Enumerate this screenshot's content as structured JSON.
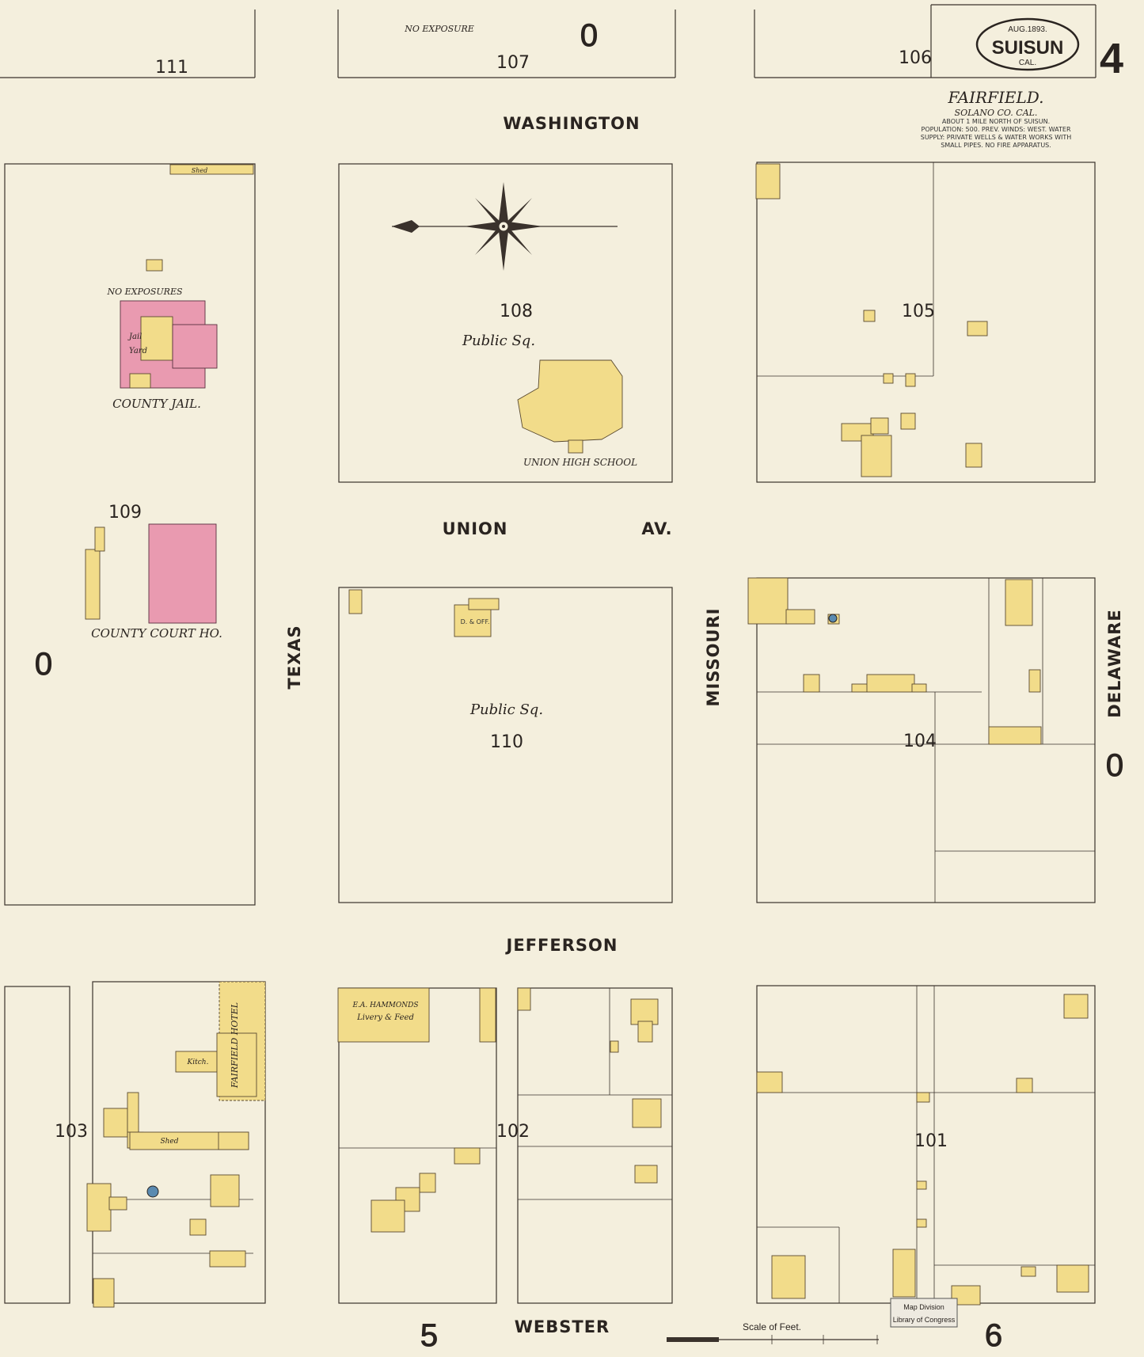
{
  "header": {
    "date": "AUG.1893.",
    "town": "SUISUN",
    "state": "CAL.",
    "sheet": "4",
    "place": "FAIRFIELD.",
    "county": "SOLANO CO. CAL.",
    "note1": "ABOUT 1 MILE NORTH OF SUISUN.",
    "note2": "POPULATION: 500. PREV. WINDS: WEST. WATER",
    "note3": "SUPPLY: PRIVATE WELLS & WATER WORKS WITH",
    "note4": "SMALL PIPES. NO FIRE APPARATUS."
  },
  "streets": {
    "washington": "WASHINGTON",
    "union": "UNION",
    "union_av": "AV.",
    "jefferson": "JEFFERSON",
    "webster": "WEBSTER",
    "texas": "TEXAS",
    "missouri": "MISSOURI",
    "delaware": "DELAWARE"
  },
  "blocks": {
    "b111": "111",
    "b107": "107",
    "b106": "106",
    "b108": "108",
    "b105": "105",
    "b109": "109",
    "b110": "110",
    "b104": "104",
    "b103": "103",
    "b102": "102",
    "b101": "101"
  },
  "labels": {
    "no_exposure": "NO  EXPOSURE",
    "no_exposures": "NO  EXPOSURES",
    "county_jail": "COUNTY JAIL.",
    "jail_yard_1": "Jail",
    "jail_yard_2": "Yard",
    "county_court": "COUNTY COURT HO.",
    "public_sq_1": "Public Sq.",
    "public_sq_2": "Public Sq.",
    "union_high": "UNION HIGH SCHOOL",
    "hammonds_1": "E.A. HAMMONDS",
    "hammonds_2": "Livery & Feed",
    "fairfield_hotel": "FAIRFIELD HOTEL",
    "shed": "Shed",
    "shed2": "Shed",
    "kitch": "Kitch.",
    "d_off": "D. & OFF.",
    "scale": "Scale of Feet.",
    "lib1": "Map Division",
    "lib2": "Library of Congress",
    "sheet_5": "5",
    "sheet_6": "6",
    "zero_left": "0",
    "zero_right": "0",
    "zero_top": "0"
  },
  "colors": {
    "paper": "#f4efdd",
    "frame_building": "#f2dc8a",
    "brick_building": "#e99ab0"
  }
}
